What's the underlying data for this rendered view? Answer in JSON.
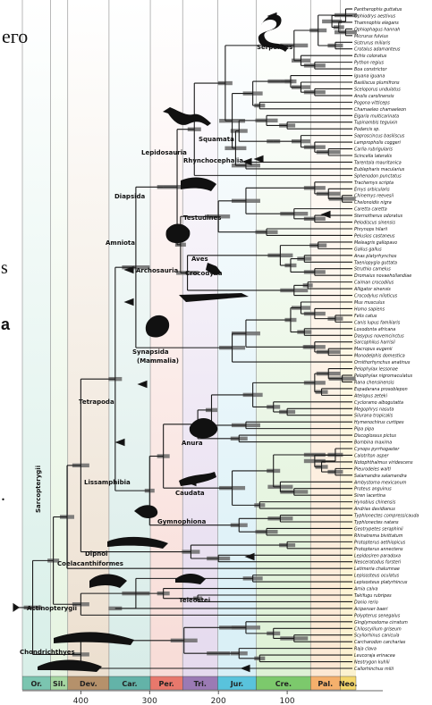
{
  "margin_text": {
    "top_fragment": "его",
    "s_fragment": "s",
    "a_fragment": "a",
    "bottom_fragment": "."
  },
  "periods": [
    {
      "label": "Or.",
      "color": "#7bc5b0",
      "light": "#d8efe8"
    },
    {
      "label": "Sil.",
      "color": "#a6d7a2",
      "light": "#e6f4e1"
    },
    {
      "label": "Dev.",
      "color": "#b5916b",
      "light": "#ecdfcf"
    },
    {
      "label": "Car.",
      "color": "#63b3a8",
      "light": "#d8ece8"
    },
    {
      "label": "Per.",
      "color": "#e8786c",
      "light": "#f8dcd7"
    },
    {
      "label": "Tri.",
      "color": "#9b7ab4",
      "light": "#e5daee"
    },
    {
      "label": "Jur.",
      "color": "#59c3dc",
      "light": "#d8eff6"
    },
    {
      "label": "Cre.",
      "color": "#7cc96c",
      "light": "#def1d6"
    },
    {
      "label": "Pal.",
      "color": "#f5b06c",
      "light": "#fce8d3"
    },
    {
      "label": "Neo.",
      "color": "#f4d76c",
      "light": "#fbf2cf"
    }
  ],
  "axis_ticks": [
    "400",
    "300",
    "200",
    "100"
  ],
  "clades": {
    "serpentes": "Serpentes",
    "squamata": "Squamata",
    "lepidosauria": "Lepidosauria",
    "rhynchocephalia": "Rhynchocephalia",
    "diapsida": "Diapsida",
    "testudines": "Testudines",
    "amniota": "Amniota",
    "aves": "Aves",
    "archosauria": "Archosauria",
    "crocodylia": "Crocodylia",
    "synapsida": "Synapsida",
    "mammalia": "(Mammalia)",
    "tetrapoda": "Tetrapoda",
    "anura": "Anura",
    "sarcopterygii": "Sarcopterygii",
    "caudata": "Caudata",
    "lissamphibia": "Lissamphibia",
    "gymnophiona": "Gymnophiona",
    "dipnoi": "Dipnoi",
    "coelacanthiformes": "Coelacanthiformes",
    "teleostei": "Teleostei",
    "actinopterygii": "Actinopterygii",
    "chondrichthyes": "Chondrichthyes"
  },
  "taxa": [
    "Pantherophis guttatus",
    "Ophiodrys aestivus",
    "Thamnophis elegans",
    "Ophiophagus hannah",
    "Micrurus fulvius",
    "Sistrurus miliaris",
    "Crotalus adamanteus",
    "Echis coloratus",
    "Python regius",
    "Boa constrictor",
    "Iguana iguana",
    "Basiliscus plumifrons",
    "Sceloporus undulatus",
    "Anolis carolinensis",
    "Pogona vitticeps",
    "Chamaeleo chamaeleon",
    "Elgaria multicarinata",
    "Tupinambis teguixin",
    "Podarcis sp.",
    "Saproscincus basiliscus",
    "Lampropholis coggeri",
    "Carlia rubrigularis",
    "Scincella lateralis",
    "Tarentola mauritanica",
    "Eublepharis macularius",
    "Sphenodon punctatus",
    "Trachemys scripta",
    "Emys orbicularis",
    "Chinemys reevesii",
    "Chelonoidis nigra",
    "Caretta caretta",
    "Sternotherus odoratus",
    "Pelodiscus sinensis",
    "Phrynops hilarii",
    "Pelusios castaneus",
    "Meleagris gallopavo",
    "Gallus gallus",
    "Anas platyrhynchos",
    "Taeniopygia guttata",
    "Struthio camelus",
    "Dromaius novaehollandiae",
    "Caiman crocodilus",
    "Alligator sinensis",
    "Crocodylus niloticus",
    "Mus musculus",
    "Homo sapiens",
    "Felis catus",
    "Canis lupus familiaris",
    "Loxodonta africana",
    "Dasypus novemcinctus",
    "Sarcophilus harrisii",
    "Macropus eugenii",
    "Monodelphis domestica",
    "Ornithorhynchus anatinus",
    "Pelophylax lessonae",
    "Pelophylax nigromaculatus",
    "Rana chensinensis",
    "Espadarana prosoblepon",
    "Atelopus zeteki",
    "Cycloramo albogutatta",
    "Megophrys nasuta",
    "Silurana tropicalis",
    "Hymenochirus curtipes",
    "Pipa pipa",
    "Discoglossus pictus",
    "Bombina maxima",
    "Cynops pyrrhogaster",
    "Calotriton asper",
    "Notophthalmus viridescens",
    "Pleurodeles waltl",
    "Salamandra salamandra",
    "Ambystoma mexicanum",
    "Proteus anguinus",
    "Siren lacertina",
    "Hynobius chinensis",
    "Andrias davidianus",
    "Typhlonectes compressicauda",
    "Typhlonectes natans",
    "Geotrypetes seraphinii",
    "Rhinatrema bivittatum",
    "Protopterus aethiopicus",
    "Protopterus annectens",
    "Lepidosiren paradoxa",
    "Neoceratodus forsteri",
    "Latimeria chalumnae",
    "Lepisosteus oculatus",
    "Lepisosteus platyrhincus",
    "Amia calva",
    "Takifugu rubripes",
    "Danio rerio",
    "Acipenser baeri",
    "Polypterus senegalus",
    "Ginglymostoma cirratum",
    "Chiloscyllium griseum",
    "Scyliorhinus canicula",
    "Carcharodon carcharias",
    "Raja clava",
    "Leucoraja erinacea",
    "Neotrygon kuhlii",
    "Callorhinchus milii"
  ]
}
